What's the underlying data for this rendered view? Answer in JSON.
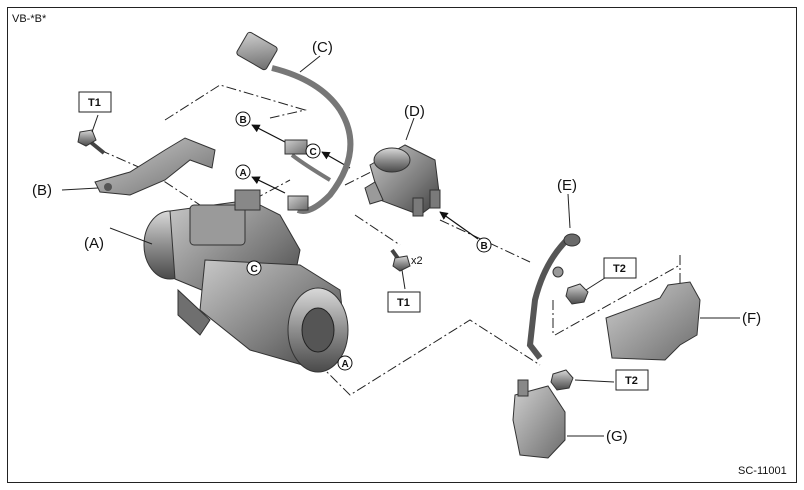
{
  "diagram": {
    "header_code": "VB-*B*",
    "figure_id": "SC-11001",
    "part_labels": {
      "a": "(A)",
      "b": "(B)",
      "c": "(C)",
      "d": "(D)",
      "e": "(E)",
      "f": "(F)",
      "g": "(G)"
    },
    "torque_tags": {
      "t1_top": "T1",
      "t1_bottom": "T1",
      "t2_upper": "T2",
      "t2_lower": "T2"
    },
    "quantity_note": "x2",
    "connector_marks": {
      "a": "A",
      "b": "B",
      "c": "C"
    }
  }
}
